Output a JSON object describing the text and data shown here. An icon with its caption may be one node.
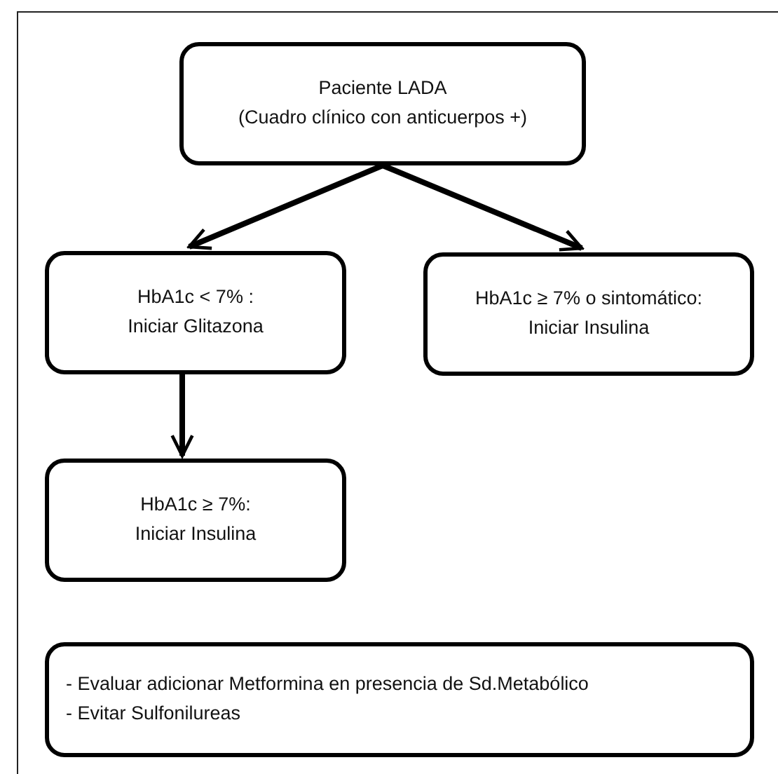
{
  "diagram": {
    "nodes": [
      {
        "text": [
          "Paciente LADA",
          "(Cuadro clínico con anticuerpos  +)"
        ]
      },
      {
        "text": [
          "HbA1c < 7% :",
          "Iniciar Glitazona"
        ]
      },
      {
        "text": [
          "HbA1c ≥ 7% o sintomático:",
          "Iniciar Insulina"
        ]
      },
      {
        "text": [
          "HbA1c ≥ 7%:",
          "Iniciar Insulina"
        ]
      },
      {
        "text": [
          "- Evaluar adicionar Metformina en presencia de Sd.Metabólico",
          "- Evitar Sulfonilureas"
        ]
      }
    ],
    "edges": [
      {
        "from": 0,
        "to": 1,
        "arrow": "to"
      },
      {
        "from": 0,
        "to": 2,
        "arrow": "to"
      },
      {
        "from": 1,
        "to": 3,
        "arrow": "to"
      }
    ]
  }
}
